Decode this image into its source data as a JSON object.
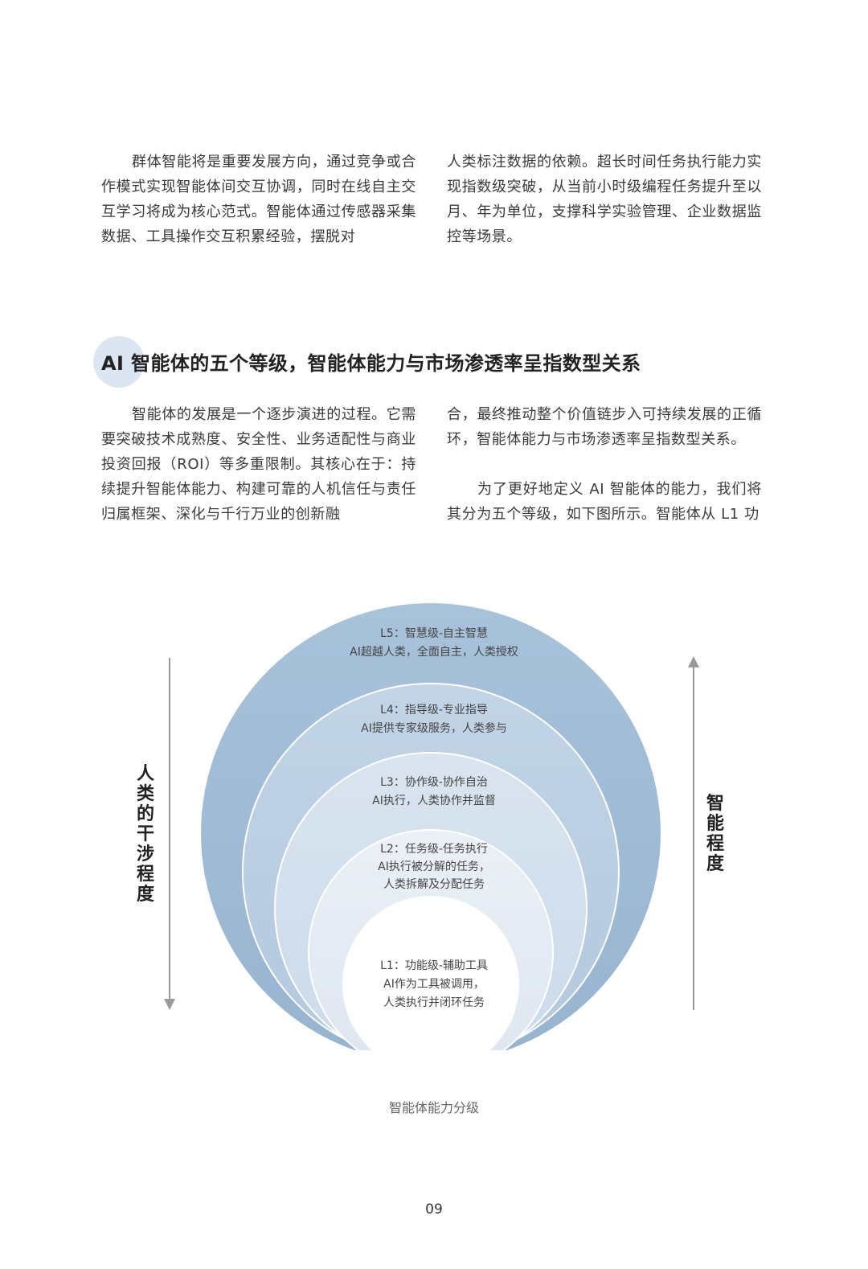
{
  "top_paragraphs": {
    "left": "群体智能将是重要发展方向，通过竞争或合作模式实现智能体间交互协调，同时在线自主交互学习将成为核心范式。智能体通过传感器采集数据、工具操作交互积累经验，摆脱对",
    "right": "人类标注数据的依赖。超长时间任务执行能力实现指数级突破，从当前小时级编程任务提升至以月、年为单位，支撑科学实验管理、企业数据监控等场景。"
  },
  "section": {
    "heading": "AI 智能体的五个等级，智能体能力与市场渗透率呈指数型关系",
    "left_paragraph": "智能体的发展是一个逐步演进的过程。它需要突破技术成熟度、安全性、业务适配性与商业投资回报（ROI）等多重限制。其核心在于：持续提升智能体能力、构建可靠的人机信任与责任归属框架、深化与千行万业的创新融",
    "right_paragraph_1": "合，最终推动整个价值链步入可持续发展的正循环，智能体能力与市场渗透率呈指数型关系。",
    "right_paragraph_2": "为了更好地定义 AI 智能体的能力，我们将其分为五个等级，如下图所示。智能体从 L1 功"
  },
  "diagram": {
    "levels": [
      {
        "title": "L5：智慧级-自主智慧",
        "desc": [
          "AI超越人类，全面自主，人类授权"
        ]
      },
      {
        "title": "L4：指导级-专业指导",
        "desc": [
          "AI提供专家级服务，人类参与"
        ]
      },
      {
        "title": "L3：协作级-协作自治",
        "desc": [
          "AI执行，人类协作并监督"
        ]
      },
      {
        "title": "L2：任务级-任务执行",
        "desc": [
          "AI执行被分解的任务，",
          "人类拆解及分配任务"
        ]
      },
      {
        "title": "L1：功能级-辅助工具",
        "desc": [
          "AI作为工具被调用，",
          "人类执行并闭环任务"
        ]
      }
    ],
    "left_axis_label": "人类的干涉程度",
    "right_axis_label": "智能程度",
    "caption": "智能体能力分级",
    "colors": {
      "L5": "#a3bfd8",
      "L4": "#bccfe3",
      "L3": "#d3e0ed",
      "L2": "#e5ecf4",
      "L1": "#ffffff",
      "arrow": "#9a9a9a",
      "heading_dot": "#dbe6f2"
    }
  },
  "page_number": "09"
}
